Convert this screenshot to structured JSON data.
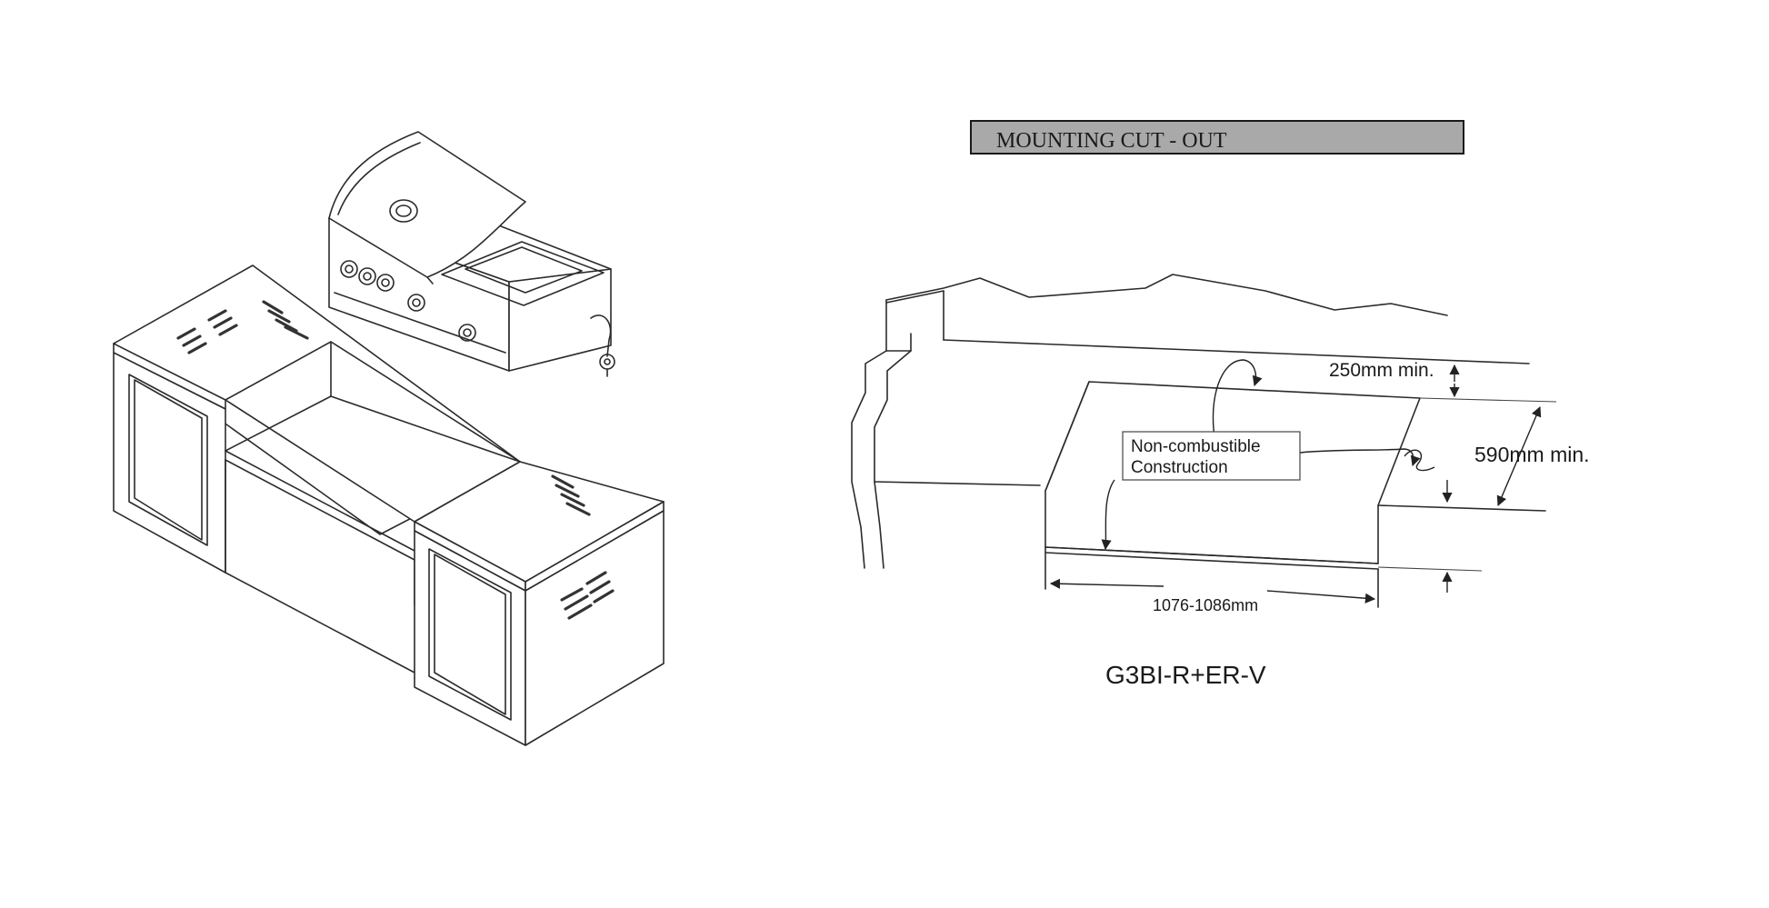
{
  "banner": {
    "title": "MOUNTING CUT - OUT",
    "bg_color": "#a9a9a9"
  },
  "cutout": {
    "label_line1": "Non-combustible",
    "label_line2": "Construction",
    "dim_back": "250mm min.",
    "dim_depth": "590mm min.",
    "dim_width": "1076-1086mm"
  },
  "model": "G3BI-R+ER-V"
}
